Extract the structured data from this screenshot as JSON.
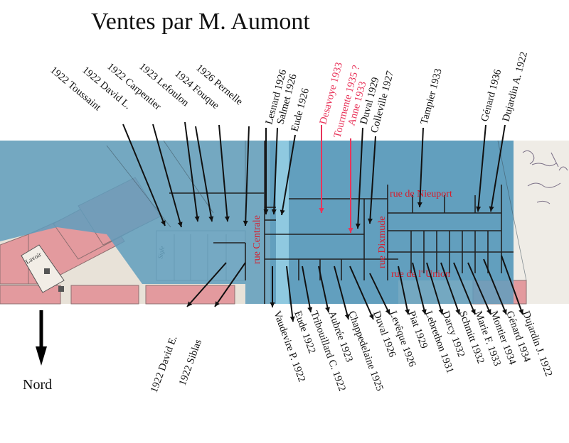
{
  "title": "Ventes par M. Aumont",
  "north_label": "Nord",
  "colors": {
    "accent_red": "#e8345a",
    "street_text": "#d81b2a",
    "plot_blue": "#5f9dbd",
    "plot_pink": "#e39a9e"
  },
  "streets": {
    "centrale": "rue Centrale",
    "dixmude": "rue Dixmude",
    "nieuport": "rue de Nieuport",
    "union": "rue de l' Union"
  },
  "map_annotations": [
    "Sigle",
    "Lavoir"
  ],
  "labels_top": [
    "1922 Toussaint",
    "1922 David L.",
    "1922 Carpentier",
    "1923 Lefoulon",
    "1924 Fouque",
    "1926 Pernelle",
    "Lesnard 1926",
    "Salmet 1926",
    "Eude 1926",
    "Desavoye 1933",
    "Tourmente 1935 ?",
    "Anne 1933",
    "Duval 1929",
    "Colleville 1927",
    "Tampier 1933",
    "Génard 1936",
    "Dujardin A. 1922"
  ],
  "labels_bottom": [
    "1922 David E.",
    "1922 Siblas",
    "Vaudevire P. 1922",
    "Eude 1922",
    "Tribouillard C. 1922",
    "Aubrée 1923",
    "Chappedelaine 1925",
    "Duval 1926",
    "Levêque 1926",
    "Piat 1929",
    "Lebrethon 1931",
    "Darcy 1932",
    "Schmitt 1932",
    "Marie F. 1933",
    "Montier 1934",
    "Génard 1934",
    "Dujardin J. 1922"
  ]
}
